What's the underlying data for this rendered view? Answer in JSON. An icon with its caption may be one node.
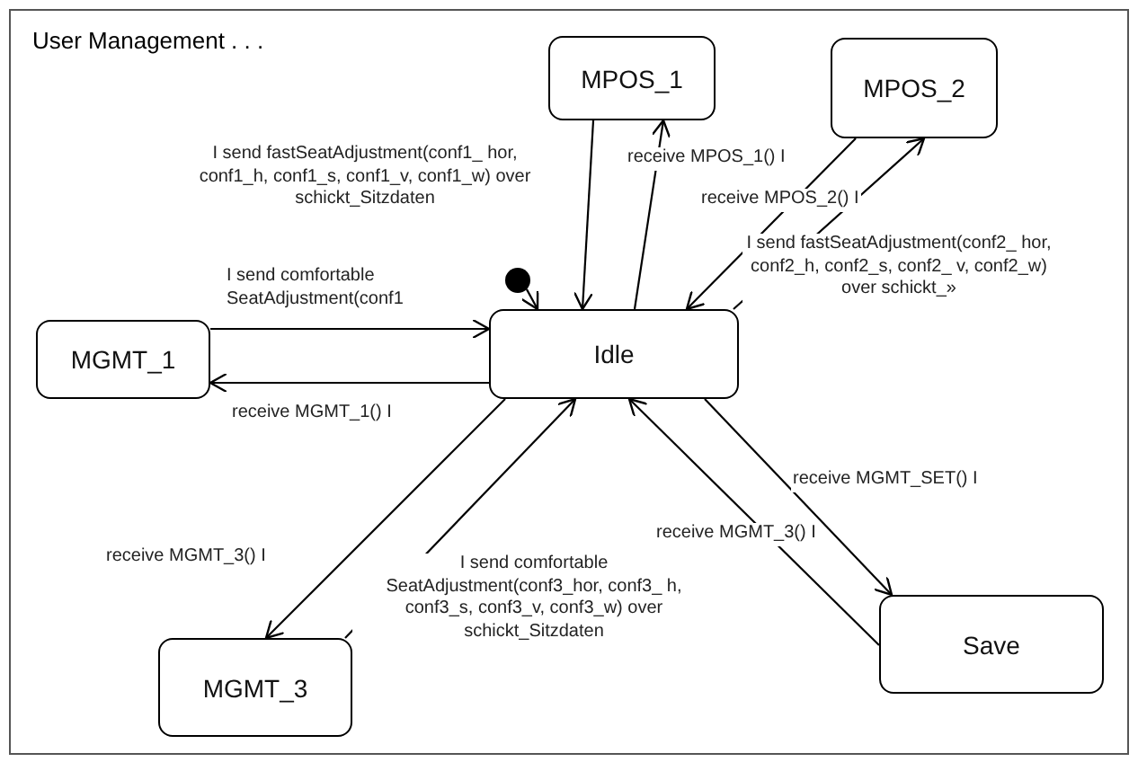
{
  "diagram": {
    "nodes": [
      {
        "text": [
          "User Management . . ."
        ]
      },
      {
        "text": [
          "Idle"
        ],
        "in": 0
      },
      {
        "text": [
          "MPOS_1"
        ],
        "in": 0
      },
      {
        "text": [
          "MPOS_2"
        ],
        "in": 0
      },
      {
        "text": [
          "MGMT_1"
        ],
        "in": 0
      },
      {
        "text": [
          "MGMT_3"
        ],
        "in": 0
      },
      {
        "text": [
          "Save"
        ],
        "in": 0
      },
      {
        "text": [],
        "shape": "circle",
        "in": 0
      }
    ],
    "edges": [
      {
        "from": 7,
        "to": 1,
        "arrow": "to"
      },
      {
        "from": 2,
        "to": 1,
        "arrow": "to",
        "label": "I send fastSeatAdjustment(conf1_ hor, conf1_h, conf1_s, conf1_v, conf1_w) over schickt_Sitzdaten"
      },
      {
        "from": 1,
        "to": 2,
        "arrow": "to",
        "label": "receive MPOS_1() I"
      },
      {
        "from": 3,
        "to": 1,
        "arrow": "to",
        "label": "receive MPOS_2() I"
      },
      {
        "from": 1,
        "to": 3,
        "arrow": "to",
        "label": "I send fastSeatAdjustment(conf2_ hor, conf2_h, conf2_s, conf2_ v, conf2_w) over schickt_»"
      },
      {
        "from": 4,
        "to": 1,
        "arrow": "to",
        "label": "I send comfortable SeatAdjustment(conf1"
      },
      {
        "from": 1,
        "to": 4,
        "arrow": "to",
        "label": "receive MGMT_1() I"
      },
      {
        "from": 1,
        "to": 5,
        "arrow": "to",
        "label": "receive MGMT_3() I"
      },
      {
        "from": 5,
        "to": 1,
        "arrow": "to",
        "label": "I send comfortable SeatAdjustment(conf3_hor, conf3_ h, conf3_s, conf3_v, conf3_w) over schickt_Sitzdaten"
      },
      {
        "from": 1,
        "to": 6,
        "arrow": "to",
        "label": "receive MGMT_SET() I"
      },
      {
        "from": 6,
        "to": 1,
        "arrow": "to",
        "label": "receive MGMT_3() I"
      }
    ]
  }
}
